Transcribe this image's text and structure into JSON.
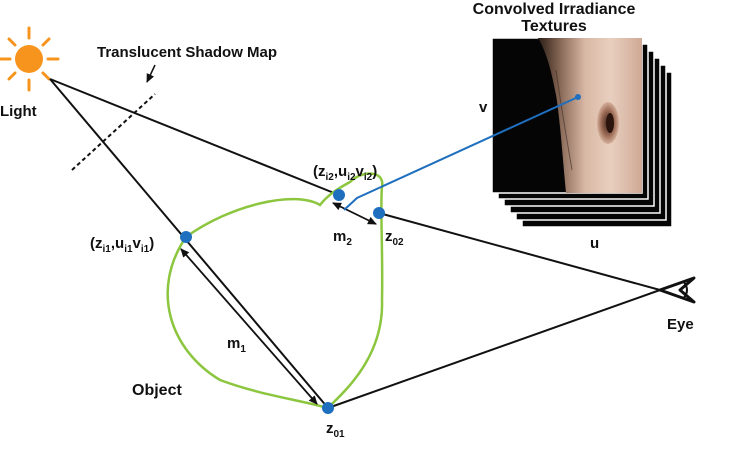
{
  "title": "Convolved Irradiance Textures",
  "title_line1": "Convolved Irradiance",
  "title_line2": "Textures",
  "labels": {
    "light": "Light",
    "shadow_map": "Translucent Shadow Map",
    "eye": "Eye",
    "object": "Object",
    "v_axis": "v",
    "u_axis": "u"
  },
  "point1": {
    "z": "z",
    "zs": "i1",
    "u": "u",
    "us": "i1",
    "v": "v",
    "vs": "i1"
  },
  "point2": {
    "z": "z",
    "zs": "i2",
    "u": "u",
    "us": "i2",
    "v": "v",
    "vs": "i2"
  },
  "z01": {
    "base": "z",
    "sub": "01"
  },
  "z02": {
    "base": "z",
    "sub": "02"
  },
  "m1": {
    "base": "m",
    "sub": "1"
  },
  "m2": {
    "base": "m",
    "sub": "2"
  },
  "colors": {
    "sun": "#f7941d",
    "object_outline": "#8cc63f",
    "points": "#1f6fbf",
    "lookup_line": "#1f6fbf",
    "rays": "#111111"
  }
}
